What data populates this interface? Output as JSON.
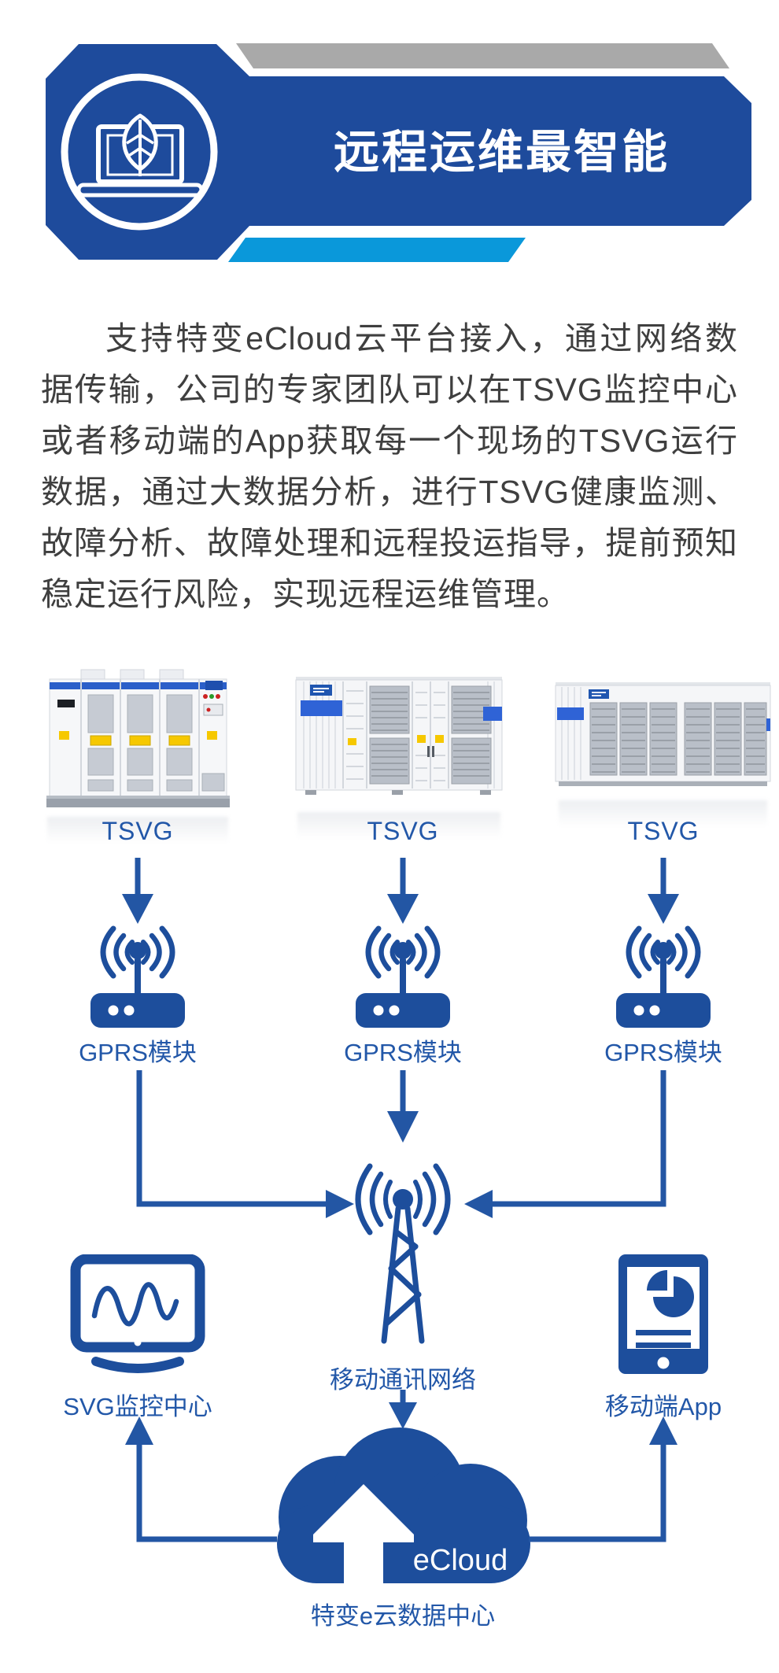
{
  "header": {
    "title": "远程运维最智能"
  },
  "intro": {
    "text": "支持特变eCloud云平台接入，通过网络数据传输，公司的专家团队可以在TSVG监控中心或者移动端的App获取每一个现场的TSVG运行数据，通过大数据分析，进行TSVG健康监测、故障分析、故障处理和远程投运指导，提前预知稳定运行风险，实现远程运维管理。"
  },
  "diagram": {
    "tsvg_units": [
      {
        "label": "TSVG"
      },
      {
        "label": "TSVG"
      },
      {
        "label": "TSVG"
      }
    ],
    "gprs_modules": [
      {
        "label": "GPRS模块"
      },
      {
        "label": "GPRS模块"
      },
      {
        "label": "GPRS模块"
      }
    ],
    "mobile_network": {
      "label": "移动通讯网络"
    },
    "monitoring_center": {
      "label": "SVG监控中心"
    },
    "mobile_app": {
      "label": "移动端App"
    },
    "cloud": {
      "name": "eCloud",
      "label": "特变e云数据中心"
    }
  },
  "colors": {
    "banner_blue": "#1e4b9c",
    "accent_cyan": "#0a98da",
    "bar_gray": "#a9a9a9",
    "diagram_blue": "#1d4e9c",
    "arrow_blue": "#2356a4",
    "label_blue": "#2257a8",
    "text_dark": "#3f3f3f",
    "warning_yellow": "#f6c800"
  }
}
